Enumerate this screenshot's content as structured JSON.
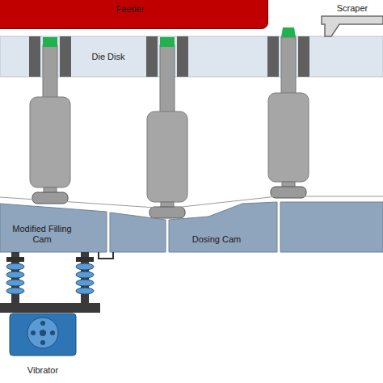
{
  "diagram": {
    "nodes": [
      {
        "text": [
          "Feeder"
        ]
      },
      {
        "text": [
          "Scraper"
        ]
      },
      {
        "text": [
          "Die Disk"
        ]
      },
      {
        "text": [
          "Modified Filling Cam"
        ]
      },
      {
        "text": [
          "Dosing Cam"
        ]
      },
      {
        "text": [
          "Vibrator"
        ]
      }
    ]
  }
}
